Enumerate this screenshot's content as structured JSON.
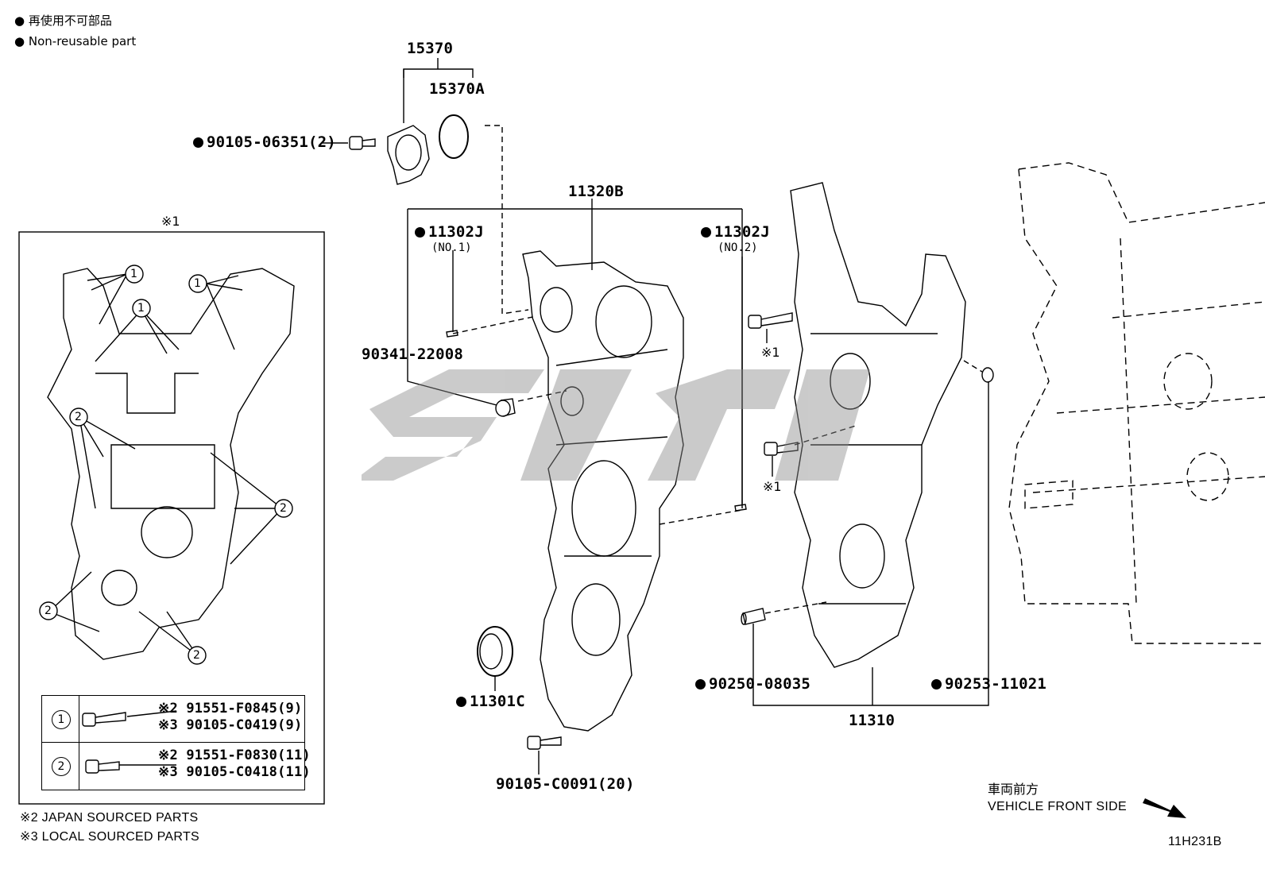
{
  "legend": [
    {
      "glyph": "●",
      "text": "再使用不可部品"
    },
    {
      "glyph": "●",
      "text": "Non-reusable part"
    }
  ],
  "parts": {
    "p15370": "15370",
    "p15370a": "15370A",
    "p90105_06351": "90105-06351(2)",
    "p11320b": "11320B",
    "p11302j_1": "11302J",
    "p11302j_1_sub": "(NO.1)",
    "p11302j_2": "11302J",
    "p11302j_2_sub": "(NO.2)",
    "p90341": "90341-22008",
    "p11301c": "11301C",
    "p90105_c0091": "90105-C0091(20)",
    "p90250": "90250-08035",
    "p90253": "90253-11021",
    "p11310": "11310"
  },
  "notes": {
    "box_ref": "※1",
    "bolt_ref_upper": "※1",
    "bolt_ref_lower": "※1",
    "japan": "※2 JAPAN SOURCED PARTS",
    "local": "※3 LOCAL SOURCED PARTS"
  },
  "inset_callouts": {
    "one": "1",
    "two": "2"
  },
  "parts_table": [
    {
      "num": "1",
      "lines": [
        "※2 91551-F0845(9)",
        "※3 90105-C0419(9)"
      ]
    },
    {
      "num": "2",
      "lines": [
        "※2 91551-F0830(11)",
        "※3 90105-C0418(11)"
      ]
    }
  ],
  "direction": {
    "jp": "車両前方",
    "en": "VEHICLE FRONT SIDE"
  },
  "figure_code": "11H231B"
}
